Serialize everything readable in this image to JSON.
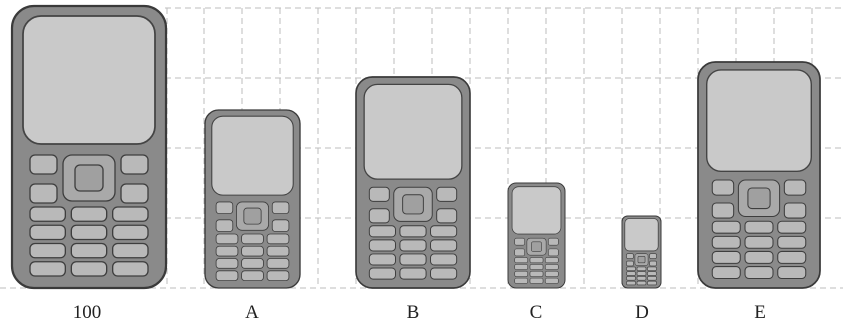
{
  "phones": [
    {
      "label": "100",
      "id": "100"
    },
    {
      "label": "A",
      "id": "a"
    },
    {
      "label": "B",
      "id": "b"
    },
    {
      "label": "C",
      "id": "c"
    },
    {
      "label": "D",
      "id": "d"
    },
    {
      "label": "E",
      "id": "e"
    }
  ]
}
